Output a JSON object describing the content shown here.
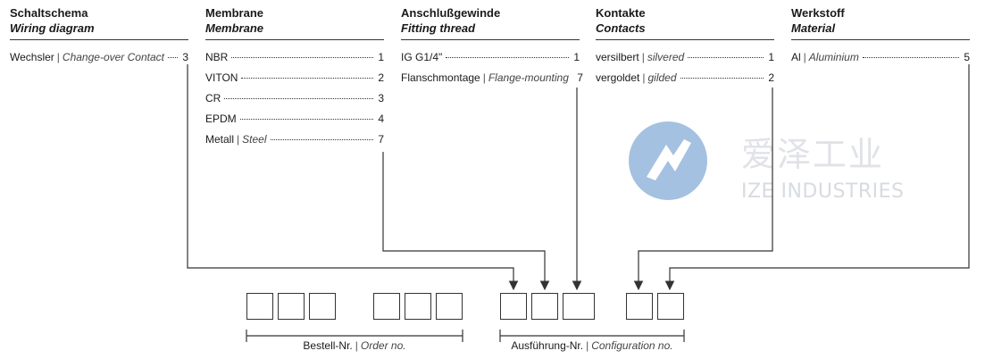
{
  "columns": [
    {
      "id": "wiring",
      "title_de": "Schaltschema",
      "title_en": "Wiring diagram",
      "options": [
        {
          "de": "Wechsler",
          "en": "Change-over Contact",
          "code": "3"
        }
      ]
    },
    {
      "id": "membrane",
      "title_de": "Membrane",
      "title_en": "Membrane",
      "options": [
        {
          "de": "NBR",
          "en": "",
          "code": "1"
        },
        {
          "de": "VITON",
          "en": "",
          "code": "2"
        },
        {
          "de": "CR",
          "en": "",
          "code": "3"
        },
        {
          "de": "EPDM",
          "en": "",
          "code": "4"
        },
        {
          "de": "Metall",
          "en": "Steel",
          "code": "7"
        }
      ]
    },
    {
      "id": "thread",
      "title_de": "Anschlußgewinde",
      "title_en": "Fitting thread",
      "options": [
        {
          "de": "IG  G1/4\"",
          "en": "",
          "code": "1"
        },
        {
          "de": "Flanschmontage",
          "en": "Flange-mounting",
          "code": "7"
        }
      ]
    },
    {
      "id": "contacts",
      "title_de": "Kontakte",
      "title_en": "Contacts",
      "options": [
        {
          "de": "versilbert",
          "en": "silvered",
          "code": "1"
        },
        {
          "de": "vergoldet",
          "en": "gilded",
          "code": "2"
        }
      ]
    },
    {
      "id": "material",
      "title_de": "Werkstoff",
      "title_en": "Material",
      "options": [
        {
          "de": "Al",
          "en": "Aluminium",
          "code": "5"
        }
      ]
    }
  ],
  "order_label_de": "Bestell-Nr.",
  "order_label_en": "Order no.",
  "config_label_de": "Ausführung-Nr.",
  "config_label_en": "Configuration no.",
  "watermark": {
    "cn": "爱泽工业",
    "en": "IZE INDUSTRIES",
    "color": "#5b8fc9"
  },
  "colors": {
    "line": "#333333",
    "text": "#1a1a1a"
  }
}
